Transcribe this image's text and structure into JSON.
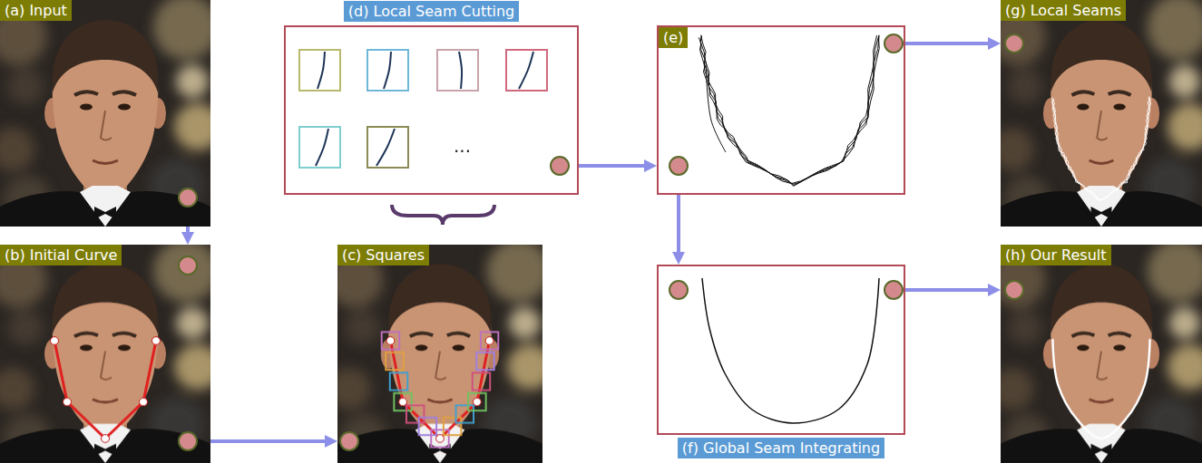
{
  "diagram": {
    "nodes": [
      {
        "text": [
          "(a) Input"
        ]
      },
      {
        "text": [
          "(b) Initial Curve"
        ]
      },
      {
        "text": [
          "(c) Squares"
        ]
      },
      {
        "text": [
          "(d) Local Seam Cutting"
        ]
      },
      {
        "text": [
          "(e)"
        ]
      },
      {
        "text": [
          "(f) Global Seam Integrating"
        ]
      },
      {
        "text": [
          "(g) Local Seams"
        ]
      },
      {
        "text": [
          "(h) Our Result"
        ]
      }
    ],
    "edges": [
      {
        "from": 0,
        "to": 1,
        "arrow": "to"
      },
      {
        "from": 1,
        "to": 2,
        "arrow": "to"
      },
      {
        "from": 3,
        "to": 4,
        "arrow": "to"
      },
      {
        "from": 4,
        "to": 6,
        "arrow": "to"
      },
      {
        "from": 4,
        "to": 5,
        "arrow": "to"
      },
      {
        "from": 5,
        "to": 7,
        "arrow": "to"
      }
    ],
    "labels": [
      "..."
    ]
  }
}
